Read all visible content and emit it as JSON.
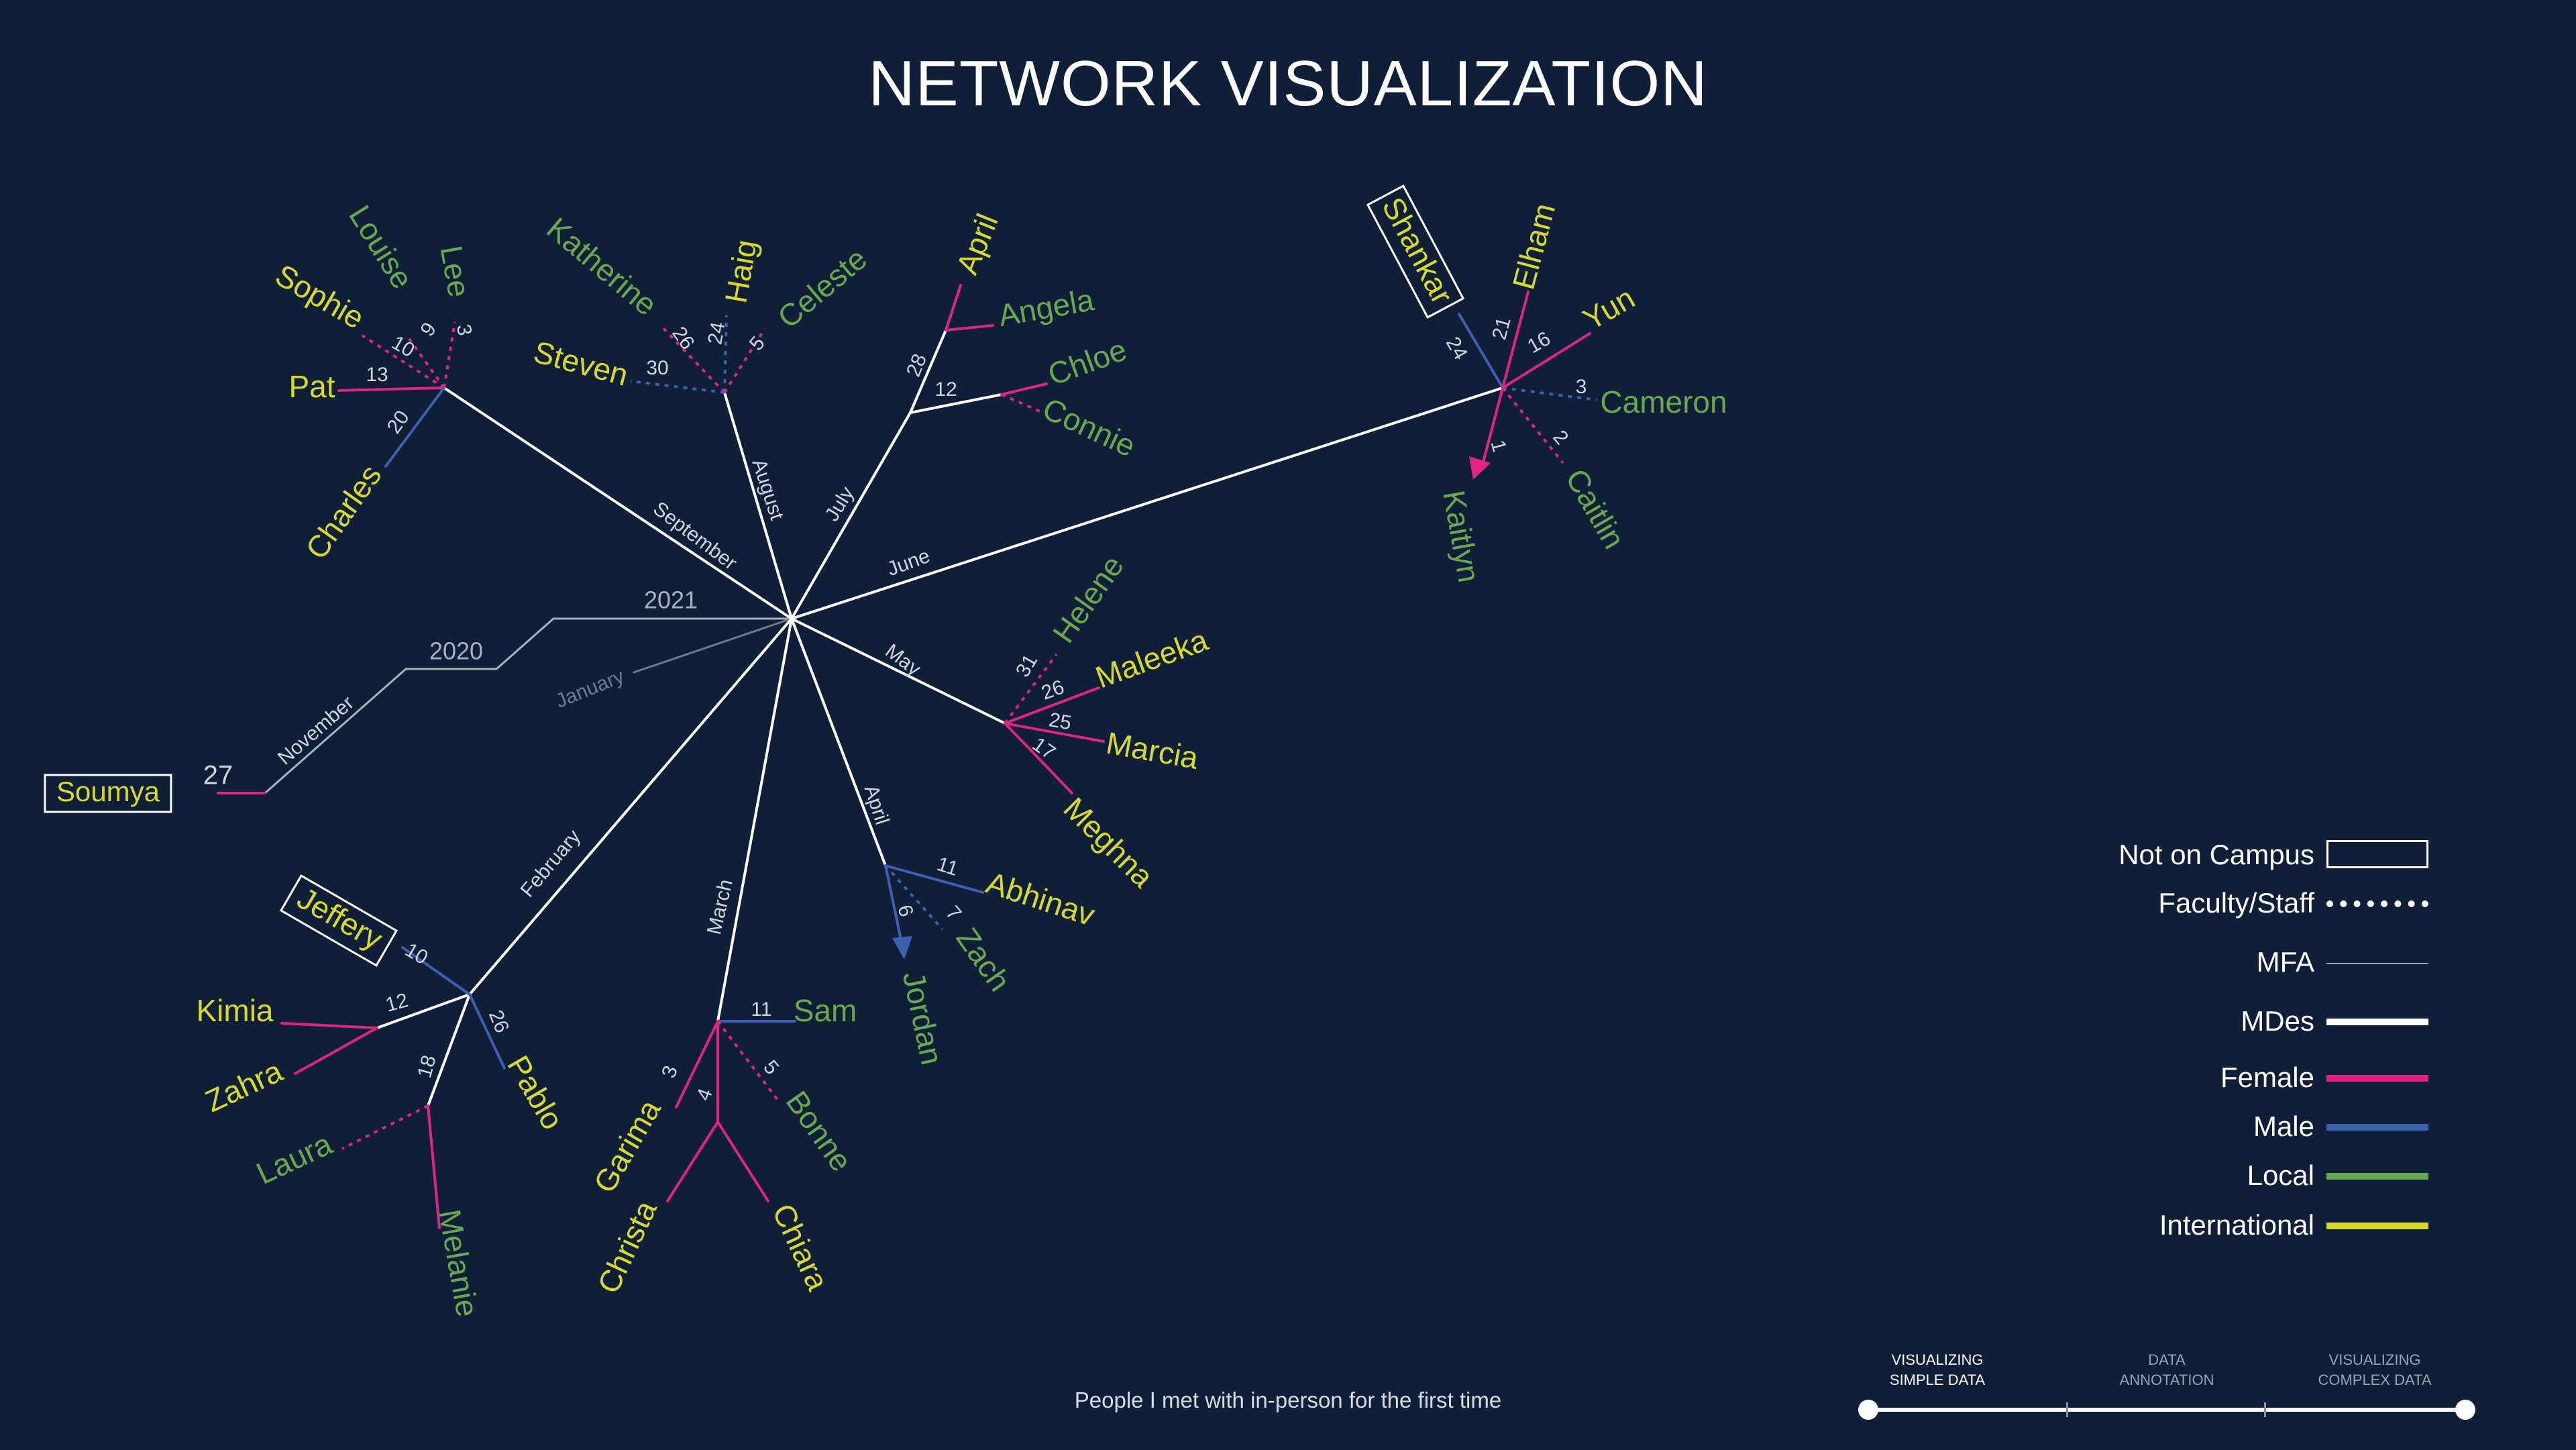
{
  "title": "NETWORK VISUALIZATION",
  "subtitle": "People I met with in-person for the first time",
  "colors": {
    "background": "#0f1f38",
    "female": "#e0257f",
    "male": "#3f5fb0",
    "local": "#6aa84f",
    "international": "#d9d92b",
    "mdes": "#ffffff",
    "mfa": "#9aa6b8",
    "year_axis": "#aab2c0"
  },
  "network": {
    "years": [
      "2020",
      "2021"
    ],
    "months": [
      "January",
      "February",
      "March",
      "April",
      "May",
      "June",
      "July",
      "August",
      "September",
      "November"
    ],
    "people": [
      {
        "name": "Soumya",
        "day": "27",
        "month": "November",
        "gender": "female",
        "origin": "international",
        "not_on_campus": true
      },
      {
        "name": "Louise",
        "day": "9",
        "month": "September",
        "gender": "female",
        "origin": "local",
        "faculty": true
      },
      {
        "name": "Lee",
        "day": "3",
        "month": "September",
        "gender": "female",
        "origin": "local",
        "faculty": true
      },
      {
        "name": "Sophie",
        "day": "10",
        "month": "September",
        "gender": "female",
        "origin": "international",
        "faculty": true
      },
      {
        "name": "Pat",
        "day": "13",
        "month": "September",
        "gender": "female",
        "origin": "international"
      },
      {
        "name": "Charles",
        "day": "20",
        "month": "September",
        "gender": "male",
        "origin": "international"
      },
      {
        "name": "Katherine",
        "day": "26",
        "month": "August",
        "gender": "female",
        "origin": "local",
        "faculty": true
      },
      {
        "name": "Haig",
        "day": "24",
        "month": "August",
        "gender": "male",
        "origin": "international",
        "faculty": true
      },
      {
        "name": "Celeste",
        "day": "5",
        "month": "August",
        "gender": "female",
        "origin": "local",
        "faculty": true
      },
      {
        "name": "Steven",
        "day": "30",
        "month": "August",
        "gender": "male",
        "origin": "international",
        "faculty": true
      },
      {
        "name": "April",
        "day": "28",
        "month": "July",
        "gender": "female",
        "origin": "international"
      },
      {
        "name": "Angela",
        "day": "28",
        "month": "July",
        "gender": "female",
        "origin": "local"
      },
      {
        "name": "Chloe",
        "day": "12",
        "month": "July",
        "gender": "female",
        "origin": "local"
      },
      {
        "name": "Connie",
        "day": "12",
        "month": "July",
        "gender": "female",
        "origin": "local",
        "faculty": true
      },
      {
        "name": "Shankar",
        "day": "24",
        "month": "June",
        "gender": "male",
        "origin": "international",
        "not_on_campus": true
      },
      {
        "name": "Elham",
        "day": "21",
        "month": "June",
        "gender": "female",
        "origin": "international"
      },
      {
        "name": "Yun",
        "day": "16",
        "month": "June",
        "gender": "female",
        "origin": "international"
      },
      {
        "name": "Cameron",
        "day": "3",
        "month": "June",
        "gender": "male",
        "origin": "local",
        "faculty": true
      },
      {
        "name": "Caitlin",
        "day": "2",
        "month": "June",
        "gender": "female",
        "origin": "local",
        "faculty": true
      },
      {
        "name": "Kaitlyn",
        "day": "1",
        "month": "June",
        "gender": "female",
        "origin": "local",
        "mfa": true
      },
      {
        "name": "Helene",
        "day": "31",
        "month": "May",
        "gender": "female",
        "origin": "local",
        "faculty": true
      },
      {
        "name": "Maleeka",
        "day": "26",
        "month": "May",
        "gender": "female",
        "origin": "international"
      },
      {
        "name": "Marcia",
        "day": "25",
        "month": "May",
        "gender": "female",
        "origin": "international"
      },
      {
        "name": "Meghna",
        "day": "17",
        "month": "May",
        "gender": "female",
        "origin": "international"
      },
      {
        "name": "Abhinav",
        "day": "11",
        "month": "April",
        "gender": "male",
        "origin": "international"
      },
      {
        "name": "Zach",
        "day": "7",
        "month": "April",
        "gender": "male",
        "origin": "local",
        "faculty": true
      },
      {
        "name": "Jordan",
        "day": "6",
        "month": "April",
        "gender": "male",
        "origin": "local",
        "mfa": true
      },
      {
        "name": "Sam",
        "day": "11",
        "month": "March",
        "gender": "male",
        "origin": "local"
      },
      {
        "name": "Bonne",
        "day": "5",
        "month": "March",
        "gender": "female",
        "origin": "local",
        "faculty": true
      },
      {
        "name": "Garima",
        "day": "3",
        "month": "March",
        "gender": "female",
        "origin": "international"
      },
      {
        "name": "Christa",
        "day": "4",
        "month": "March",
        "gender": "female",
        "origin": "international"
      },
      {
        "name": "Chiara",
        "day": "4",
        "month": "March",
        "gender": "female",
        "origin": "international"
      },
      {
        "name": "Jeffery",
        "day": "10",
        "month": "February",
        "gender": "male",
        "origin": "international",
        "not_on_campus": true
      },
      {
        "name": "Kimia",
        "day": "12",
        "month": "February",
        "gender": "female",
        "origin": "international"
      },
      {
        "name": "Zahra",
        "day": "12",
        "month": "February",
        "gender": "female",
        "origin": "international"
      },
      {
        "name": "Pablo",
        "day": "26",
        "month": "February",
        "gender": "male",
        "origin": "international"
      },
      {
        "name": "Laura",
        "day": "18",
        "month": "February",
        "gender": "female",
        "origin": "local",
        "faculty": true
      },
      {
        "name": "Melanie",
        "day": "18",
        "month": "February",
        "gender": "female",
        "origin": "local"
      }
    ]
  },
  "legend": [
    {
      "label": "Not on Campus",
      "kind": "box"
    },
    {
      "label": "Faculty/Staff",
      "kind": "dotted"
    },
    {
      "label": "MFA",
      "kind": "thin"
    },
    {
      "label": "MDes",
      "kind": "thick"
    },
    {
      "label": "Female",
      "kind": "female"
    },
    {
      "label": "Male",
      "kind": "male"
    },
    {
      "label": "Local",
      "kind": "local"
    },
    {
      "label": "International",
      "kind": "international"
    }
  ],
  "timeline": {
    "steps": [
      "VISUALIZING\nSIMPLE DATA",
      "DATA\nANNOTATION",
      "VISUALIZING\nCOMPLEX DATA"
    ],
    "active_index": 0
  }
}
